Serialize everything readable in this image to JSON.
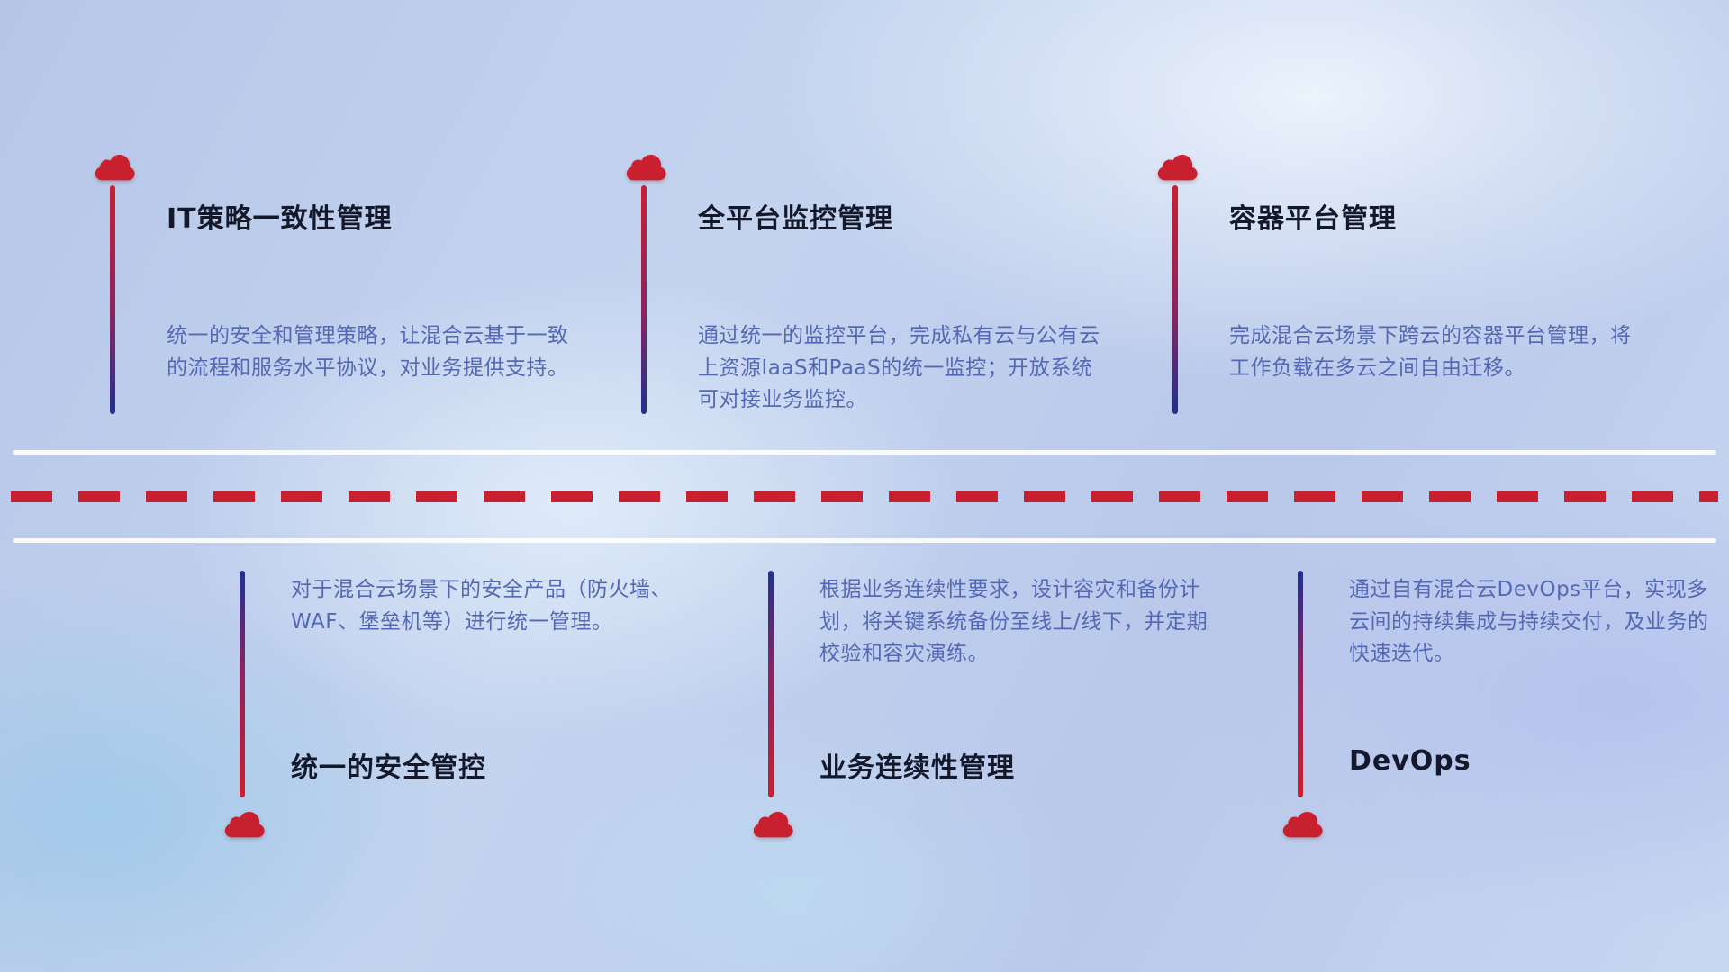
{
  "colors": {
    "accent_red": "#c9202f",
    "deep_blue": "#20308f",
    "title_text": "#14182b",
    "body_text": "#5568b4"
  },
  "timeline": {
    "top_items": [
      {
        "title": "IT策略一致性管理",
        "description": "统一的安全和管理策略，让混合云基于一致的流程和服务水平协议，对业务提供支持。"
      },
      {
        "title": "全平台监控管理",
        "description": "通过统一的监控平台，完成私有云与公有云上资源IaaS和PaaS的统一监控；开放系统可对接业务监控。"
      },
      {
        "title": "容器平台管理",
        "description": "完成混合云场景下跨云的容器平台管理，将工作负载在多云之间自由迁移。"
      }
    ],
    "bottom_items": [
      {
        "title": "统一的安全管控",
        "description": "对于混合云场景下的安全产品（防火墙、WAF、堡垒机等）进行统一管理。"
      },
      {
        "title": "业务连续性管理",
        "description": "根据业务连续性要求，设计容灾和备份计划，将关键系统备份至线上/线下，并定期校验和容灾演练。"
      },
      {
        "title": "DevOps",
        "description": "通过自有混合云DevOps平台，实现多云间的持续集成与持续交付，及业务的快速迭代。"
      }
    ]
  }
}
